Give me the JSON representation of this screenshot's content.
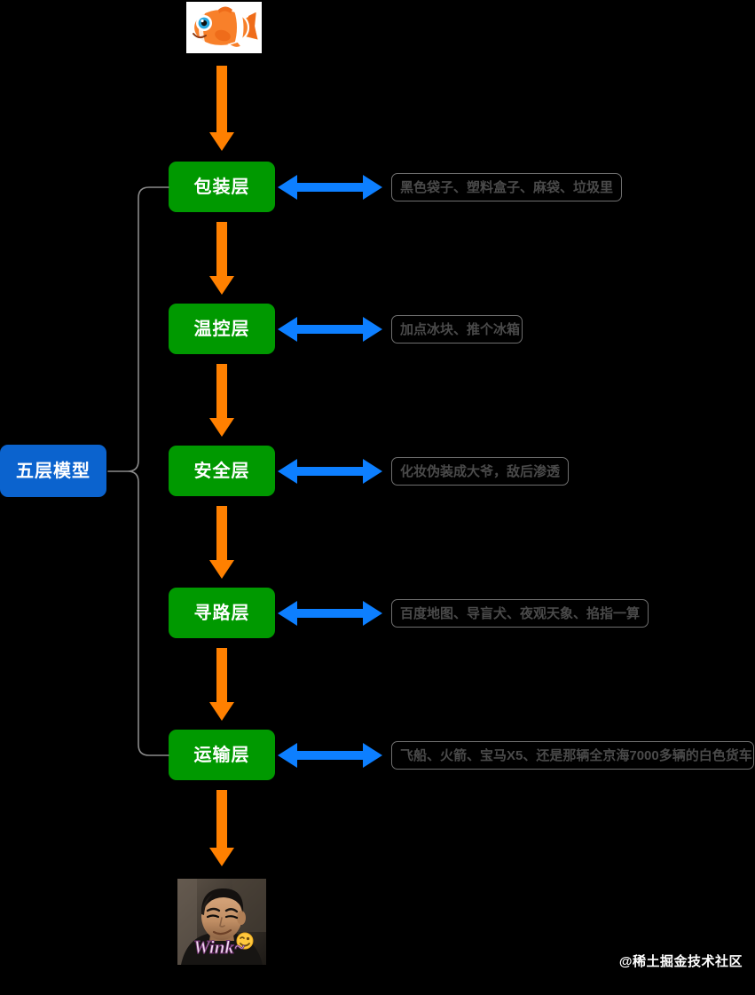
{
  "diagram": {
    "title": "五层模型",
    "model_label": "五层模型",
    "colors": {
      "background": "#000000",
      "layer_box": "#009900",
      "model_box": "#0b63ce",
      "down_arrow": "#ff8000",
      "bidi_arrow": "#0d7fff",
      "note_border": "#6f6f6f",
      "note_text": "#4a4a4a",
      "box_text": "#ffffff"
    },
    "layers": [
      {
        "label": "包装层",
        "note": "黑色袋子、塑料盒子、麻袋、垃圾里"
      },
      {
        "label": "温控层",
        "note": "加点冰块、推个冰箱"
      },
      {
        "label": "安全层",
        "note": "化妆伪装成大爷，敌后渗透"
      },
      {
        "label": "寻路层",
        "note": "百度地图、导盲犬、夜观天象、掐指一算"
      },
      {
        "label": "运输层",
        "note": "飞船、火箭、宝马X5、还是那辆全京海7000多辆的白色货车"
      }
    ],
    "top_image": {
      "name": "clownfish-photo",
      "alt": "clownfish"
    },
    "bottom_image": {
      "name": "wink-photo",
      "alt": "man winking",
      "caption": "Wink~",
      "emoji": "😉"
    },
    "watermark": "@稀土掘金技术社区"
  }
}
